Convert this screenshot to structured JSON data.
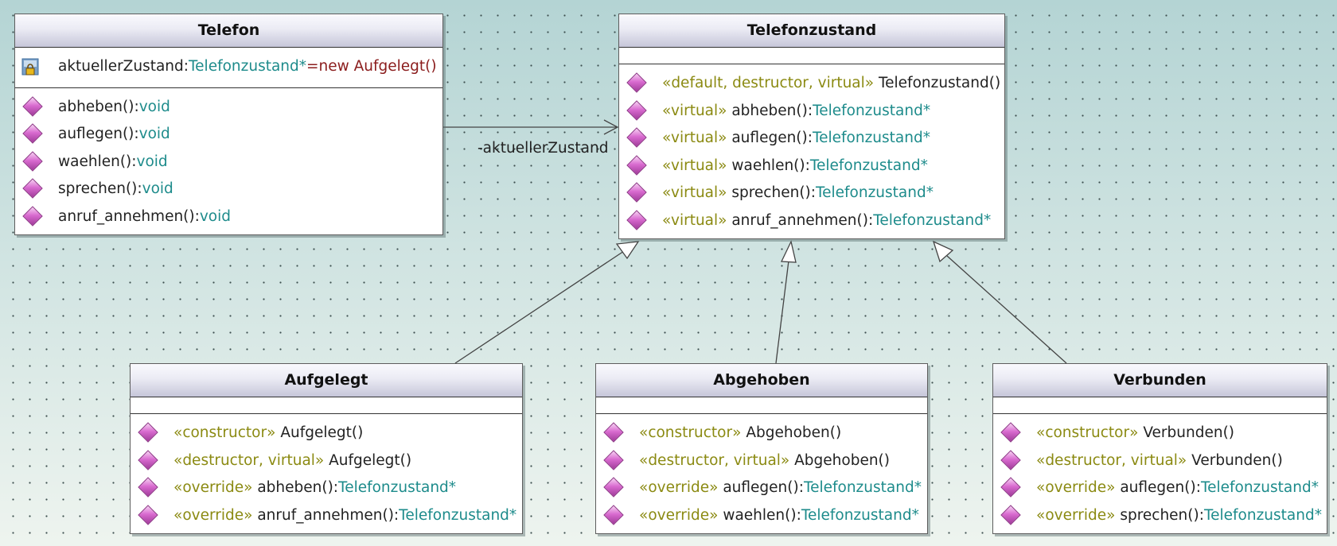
{
  "association": {
    "label": "-aktuellerZustand"
  },
  "telefon": {
    "name": "Telefon",
    "attribute": {
      "name": "aktuellerZustand:",
      "type": "Telefonzustand*",
      "default": "=new Aufgelegt()"
    },
    "operations": [
      {
        "name": "abheben():",
        "type": "void"
      },
      {
        "name": "auflegen():",
        "type": "void"
      },
      {
        "name": "waehlen():",
        "type": "void"
      },
      {
        "name": "sprechen():",
        "type": "void"
      },
      {
        "name": "anruf_annehmen():",
        "type": "void"
      }
    ]
  },
  "telefonzustand": {
    "name": "Telefonzustand",
    "operations": [
      {
        "stereotype": "«default, destructor, virtual»",
        "name": " Telefonzustand()",
        "type": ""
      },
      {
        "stereotype": "«virtual»",
        "name": " abheben():",
        "type": "Telefonzustand*"
      },
      {
        "stereotype": "«virtual»",
        "name": " auflegen():",
        "type": "Telefonzustand*"
      },
      {
        "stereotype": "«virtual»",
        "name": " waehlen():",
        "type": "Telefonzustand*"
      },
      {
        "stereotype": "«virtual»",
        "name": " sprechen():",
        "type": "Telefonzustand*"
      },
      {
        "stereotype": "«virtual»",
        "name": " anruf_annehmen():",
        "type": "Telefonzustand*"
      }
    ]
  },
  "aufgelegt": {
    "name": "Aufgelegt",
    "operations": [
      {
        "stereotype": "«constructor»",
        "name": " Aufgelegt()",
        "type": ""
      },
      {
        "stereotype": "«destructor, virtual»",
        "name": " Aufgelegt()",
        "type": ""
      },
      {
        "stereotype": "«override»",
        "name": " abheben():",
        "type": "Telefonzustand*"
      },
      {
        "stereotype": "«override»",
        "name": " anruf_annehmen():",
        "type": "Telefonzustand*"
      }
    ]
  },
  "abgehoben": {
    "name": "Abgehoben",
    "operations": [
      {
        "stereotype": "«constructor»",
        "name": " Abgehoben()",
        "type": ""
      },
      {
        "stereotype": "«destructor, virtual»",
        "name": " Abgehoben()",
        "type": ""
      },
      {
        "stereotype": "«override»",
        "name": " auflegen():",
        "type": "Telefonzustand*"
      },
      {
        "stereotype": "«override»",
        "name": " waehlen():",
        "type": "Telefonzustand*"
      }
    ]
  },
  "verbunden": {
    "name": "Verbunden",
    "operations": [
      {
        "stereotype": "«constructor»",
        "name": " Verbunden()",
        "type": ""
      },
      {
        "stereotype": "«destructor, virtual»",
        "name": " Verbunden()",
        "type": ""
      },
      {
        "stereotype": "«override»",
        "name": " auflegen():",
        "type": "Telefonzustand*"
      },
      {
        "stereotype": "«override»",
        "name": " sprechen():",
        "type": "Telefonzustand*"
      }
    ]
  }
}
